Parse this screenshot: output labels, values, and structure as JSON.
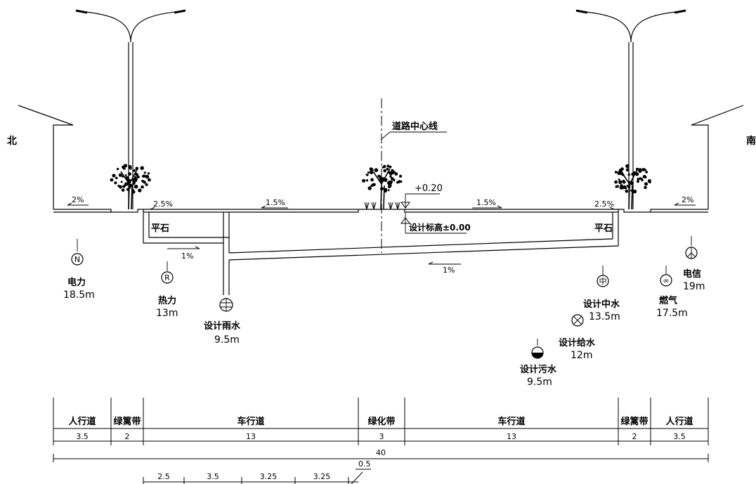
{
  "directions": {
    "north": "北",
    "south": "南"
  },
  "centerline_label": "道路中心线",
  "elevation": {
    "top": "+0.20",
    "design": "设计标高±0.00"
  },
  "slopes": {
    "left_side": "2%",
    "left_curb": "2.5%",
    "left_road": "1.5%",
    "right_road": "1.5%",
    "right_curb": "2.5%",
    "right_side": "2%",
    "pipe_left": "1%",
    "pipe_right": "1%"
  },
  "curb_label_left": "平石",
  "curb_label_right": "平石",
  "utilities": {
    "power": {
      "symbol": "N",
      "name": "电力",
      "dist": "18.5m"
    },
    "heat": {
      "symbol": "R",
      "name": "热力",
      "dist": "13m"
    },
    "rain": {
      "name": "设计雨水",
      "dist": "9.5m"
    },
    "reclaim": {
      "symbol": "中",
      "name": "设计中水",
      "dist": "13.5m"
    },
    "water": {
      "name": "设计给水",
      "dist": "12m"
    },
    "sewage": {
      "name": "设计污水",
      "dist": "9.5m"
    },
    "gas": {
      "name": "燃气",
      "dist": "17.5m"
    },
    "telecom": {
      "name": "电信",
      "dist": "19m"
    }
  },
  "sections": [
    {
      "name": "人行道",
      "width": "3.5"
    },
    {
      "name": "绿篱带",
      "width": "2"
    },
    {
      "name": "车行道",
      "width": "13"
    },
    {
      "name": "绿化带",
      "width": "3"
    },
    {
      "name": "车行道",
      "width": "13"
    },
    {
      "name": "绿篱带",
      "width": "2"
    },
    {
      "name": "人行道",
      "width": "3.5"
    }
  ],
  "total_width": "40",
  "lanes": [
    "2.5",
    "3.5",
    "3.25",
    "3.25"
  ],
  "lane_extra": "0.5"
}
